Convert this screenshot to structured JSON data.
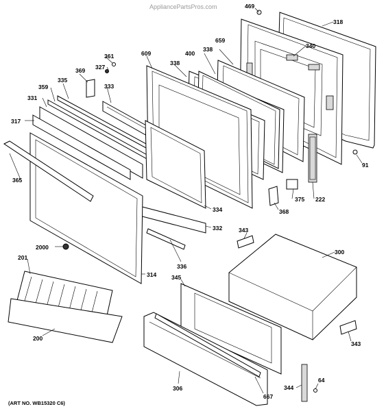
{
  "watermark": "AppliancePartsPros.com",
  "art_number": "(ART NO. WB15320 C6)",
  "part_labels": {
    "p469": "469",
    "p318": "318",
    "p340": "340",
    "p659": "659",
    "p338a": "338",
    "p400": "400",
    "p609": "609",
    "p338b": "338",
    "p361": "361",
    "p327": "327",
    "p369": "369",
    "p333": "333",
    "p335": "335",
    "p359": "359",
    "p331": "331",
    "p317": "317",
    "p365": "365",
    "p91": "91",
    "p375": "375",
    "p222": "222",
    "p368": "368",
    "p334": "334",
    "p332": "332",
    "p343a": "343",
    "p300": "300",
    "p2000": "2000",
    "p336": "336",
    "p201": "201",
    "p314": "314",
    "p345": "345",
    "p200": "200",
    "p343b": "343",
    "p306": "306",
    "p667": "667",
    "p344": "344",
    "p64": "64"
  }
}
